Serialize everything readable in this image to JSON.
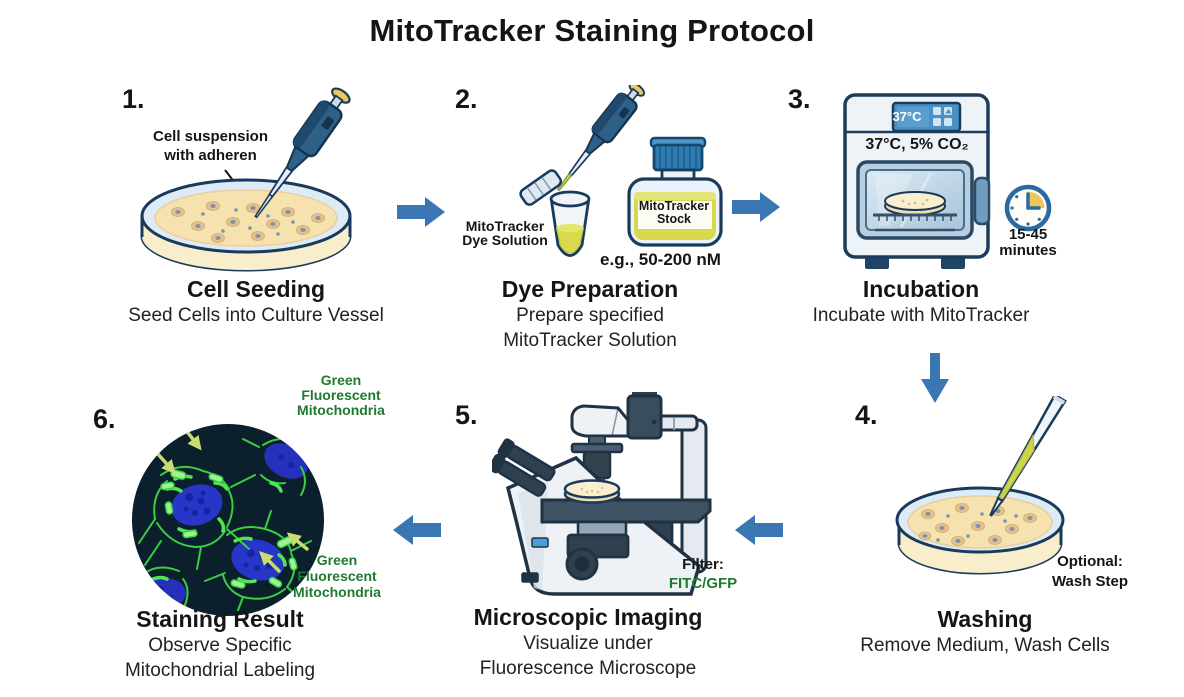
{
  "title": "MitoTracker Staining Protocol",
  "colors": {
    "arrow_blue": "#3a76b4",
    "green_label": "#1e7a2e",
    "medium_cream": "#f6e2ae",
    "dye_yellow": "#d6d94e",
    "outline_navy": "#1a3a5c"
  },
  "steps": [
    {
      "number": "1.",
      "heading": "Cell Seeding",
      "subtitle": "Seed Cells into Culture Vessel",
      "annotation": "Cell suspension\nwith adheren"
    },
    {
      "number": "2.",
      "heading": "Dye Preparation",
      "subtitle": "Prepare specified\nMitoTracker Solution",
      "tube_label": "MitoTracker\nDye Solution",
      "bottle_label": "MitoTracker\nStock",
      "concentration": "e.g., 50-200 nM"
    },
    {
      "number": "3.",
      "heading": "Incubation",
      "subtitle": "Incubate with MitoTracker",
      "display_temp": "37°C",
      "conditions": "37°C, 5% CO₂",
      "duration": "15-45\nminutes"
    },
    {
      "number": "4.",
      "heading": "Washing",
      "subtitle": "Remove Medium, Wash Cells",
      "annotation": "Optional:\nWash Step"
    },
    {
      "number": "5.",
      "heading": "Microscopic Imaging",
      "subtitle": "Visualize under\nFluorescence Microscope",
      "filter_label": "Filter:",
      "filter_value": "FITC/GFP"
    },
    {
      "number": "6.",
      "heading": "Staining Result",
      "subtitle": "Observe Specific\nMitochondrial Labeling",
      "annotation_top": "Green\nFluorescent\nMitochondria",
      "annotation_bottom": "Green\nFluorescent\nMitochondria"
    }
  ]
}
